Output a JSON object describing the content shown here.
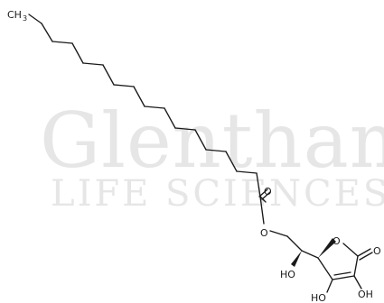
{
  "watermark": {
    "line1": "Glentham",
    "line2": "LIFE SCIENCES",
    "color": "#e6e6e6"
  },
  "structure": {
    "ink_color": "#1a1a1a",
    "labels": {
      "methyl_c": "CH",
      "methyl_sub": "3",
      "carbonyl_o": "O",
      "ester_o": "O",
      "ring_o": "O",
      "lactone_o": "O",
      "side_oh": "HO",
      "ring_oh_left": "HO",
      "ring_oh_right": "OH"
    }
  }
}
